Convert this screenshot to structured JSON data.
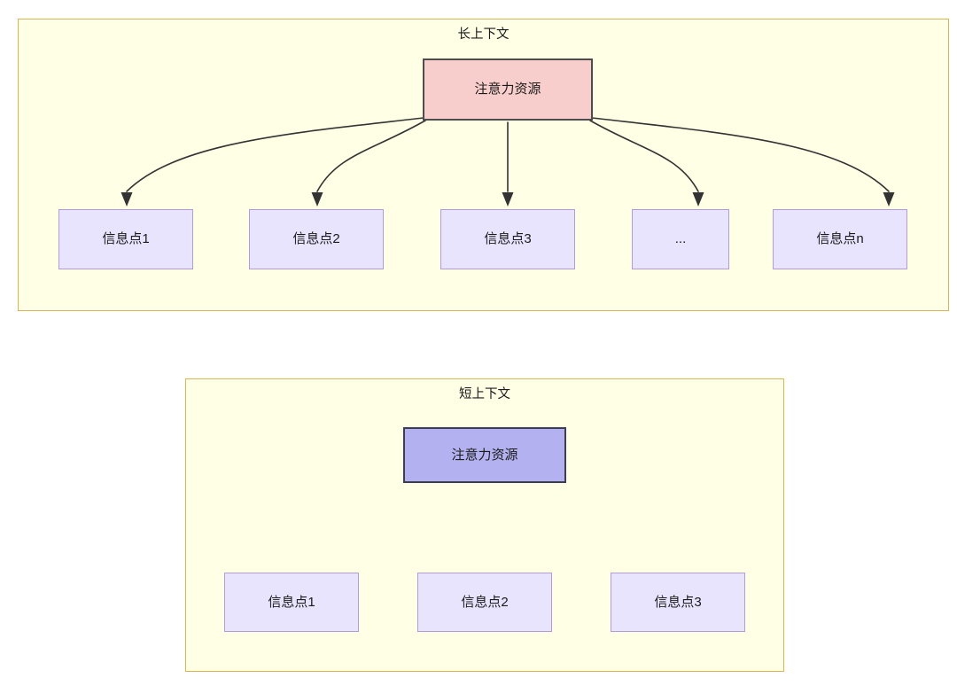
{
  "diagram": {
    "type": "concept-diagram",
    "background": "#ffffff",
    "palette": {
      "group_fill": "#ffffe6",
      "group_stroke": "#d6b656",
      "attention_long_fill": "#f8cecc",
      "attention_long_stroke": "#4d4d4d",
      "attention_short_fill": "#b3b1f0",
      "attention_short_stroke": "#3d3d52",
      "info_fill": "#e8e4fd",
      "info_stroke": "#b19cd9",
      "edge_stroke": "#333333",
      "text": "#1a1a1a"
    },
    "groups": [
      {
        "id": "long-context",
        "title": "长上下文",
        "root": {
          "label": "注意力资源"
        },
        "children": [
          {
            "label": "信息点1"
          },
          {
            "label": "信息点2"
          },
          {
            "label": "信息点3"
          },
          {
            "label": "..."
          },
          {
            "label": "信息点n"
          }
        ]
      },
      {
        "id": "short-context",
        "title": "短上下文",
        "root": {
          "label": "注意力资源"
        },
        "children": [
          {
            "label": "信息点1"
          },
          {
            "label": "信息点2"
          },
          {
            "label": "信息点3"
          }
        ]
      }
    ]
  }
}
